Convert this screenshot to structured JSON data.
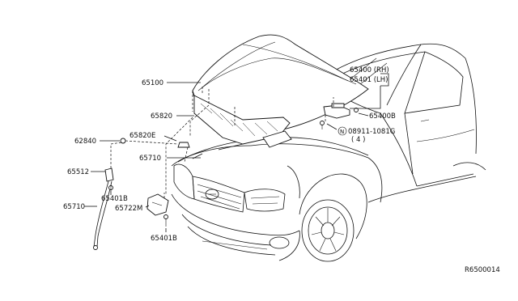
{
  "diagram": {
    "labels": {
      "hood": "65100",
      "hood_insulator": "65820",
      "clip": "65820E",
      "stay_part": "62840",
      "hood_seal": "65710",
      "hinge_rh": "65400 (RH)",
      "hinge_lh": "65401 (LH)",
      "hinge_bolt": "65400B",
      "nut_code": "08911-1081G",
      "nut_qty": "( 4 )",
      "nut_symbol": "N",
      "stay_bracket": "65512",
      "bolt_upper": "65401B",
      "hood_rod": "65710",
      "lock": "65722M",
      "bolt_lower": "65401B",
      "ref_code": "R6500014"
    }
  }
}
